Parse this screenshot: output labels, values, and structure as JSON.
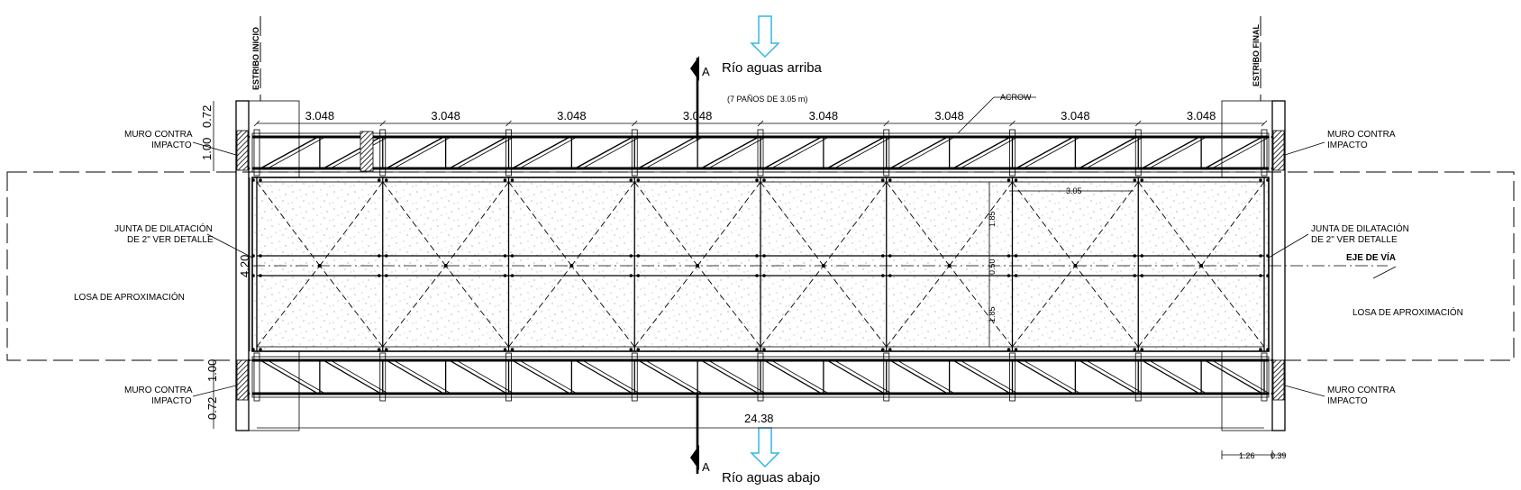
{
  "colors": {
    "line": "#000000",
    "flow_arrow": "#33b5e5",
    "background": "#ffffff",
    "concrete_dots": "#8a8a8a"
  },
  "labels": {
    "estribo_inicio": "ESTRIBO INICIO",
    "estribo_final": "ESTRIBO FINAL",
    "rio_arriba": "Río aguas arriba",
    "rio_abajo": "Río aguas abajo",
    "panos": "(7 PAÑOS DE 3.05 m)",
    "acrow": "ACROW",
    "muro_l1": "MURO  CONTRA",
    "muro_l2": "IMPACTO",
    "junta_left_1": "JUNTA DE DILATACIÓN",
    "junta_left_2": "DE 2\" VER DETALLE",
    "junta_right_1": "JUNTA DE DILATACIÓN",
    "junta_right_2": "DE 2\" VER DETALLE",
    "losa_left": "LOSA DE APROXIMACIÓN",
    "losa_right": "LOSA DE APROXIMACIÓN",
    "eje_via": "EJE DE VÍA",
    "section_mark": "A"
  },
  "dimensions": {
    "panel_lengths": [
      "3.048",
      "3.048",
      "3.048",
      "3.048",
      "3.048",
      "3.048",
      "3.048",
      "3.048"
    ],
    "top_0_72": "0.72",
    "top_1_00": "1.00",
    "bottom_1_00": "1.00",
    "bottom_0_72": "0.72",
    "width_4_20": "4.20",
    "total_length": "24.38",
    "inner_3_05": "3.05",
    "inner_1_85_top": "1.85",
    "inner_0_50": "0.50",
    "inner_1_85_bottom": "1.85",
    "bottom_1_26": "1.26",
    "bottom_0_39": "0.39"
  }
}
